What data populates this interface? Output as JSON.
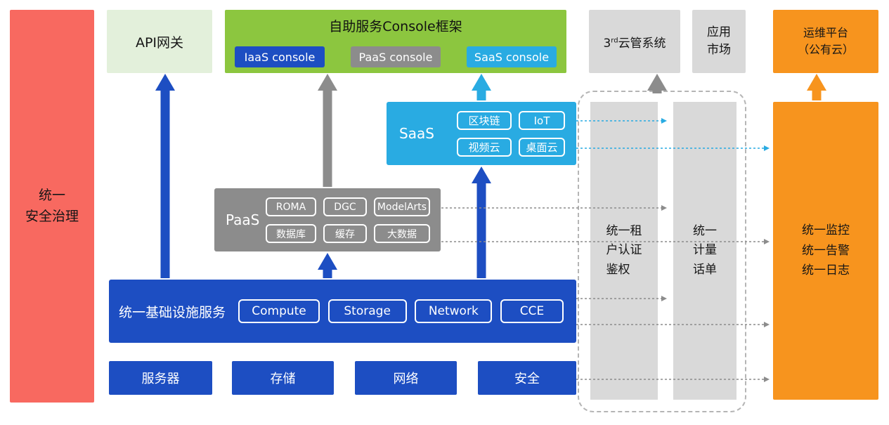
{
  "colors": {
    "red": "#f86960",
    "light_green": "#e3f0db",
    "green": "#8cc63f",
    "blue": "#1d4ec2",
    "gray": "#8c8c8c",
    "light_gray": "#d9d9d9",
    "cyan": "#29abe2",
    "orange": "#f7941e"
  },
  "security_governance": {
    "label": "统一\n安全治理"
  },
  "api_gateway": {
    "label": "API网关"
  },
  "console_framework": {
    "title": "自助服务Console框架",
    "iaas_console": "IaaS console",
    "paas_console": "PaaS console",
    "saas_console": "SaaS console"
  },
  "third_party_cloud": {
    "num": "3",
    "sup": "rd",
    "rest": "云管系统"
  },
  "app_market": {
    "label": "应用\n市场"
  },
  "ops_platform": {
    "label": "运维平台\n（公有云）"
  },
  "saas": {
    "label": "SaaS",
    "items": [
      "区块链",
      "IoT",
      "视频云",
      "桌面云"
    ]
  },
  "paas": {
    "label": "PaaS",
    "items": [
      "ROMA",
      "DGC",
      "ModelArts",
      "数据库",
      "缓存",
      "大数据"
    ]
  },
  "infrastructure": {
    "label": "统一基础设施服务",
    "items": [
      "Compute",
      "Storage",
      "Network",
      "CCE"
    ]
  },
  "hardware": {
    "items": [
      "服务器",
      "存储",
      "网络",
      "安全"
    ]
  },
  "tenant_auth": {
    "label": "统一租\n户认证\n鉴权"
  },
  "metering": {
    "label": "统一\n计量\n话单"
  },
  "monitoring": {
    "label": "统一监控\n统一告警\n统一日志"
  }
}
